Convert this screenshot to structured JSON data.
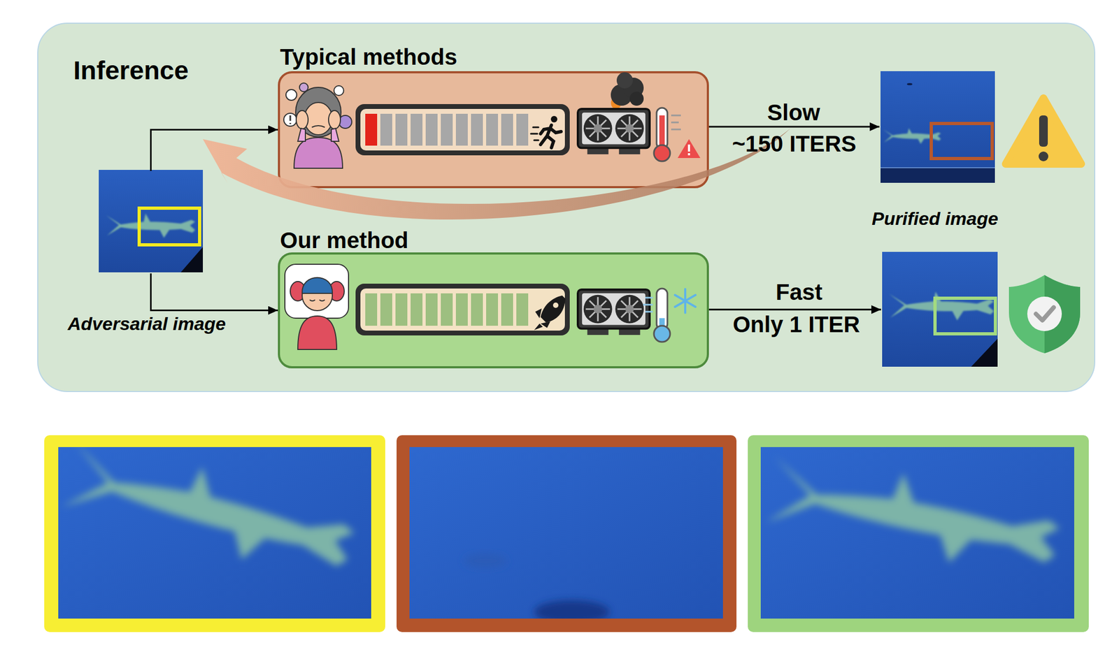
{
  "diagram": {
    "nodes": [
      {
        "text": [
          "Inference"
        ]
      },
      {
        "text": [
          "Typical methods"
        ],
        "in": 0
      },
      {
        "text": [
          "Adversarial image"
        ],
        "in": 0
      },
      {
        "text": [
          "Our method"
        ],
        "in": 0
      }
    ],
    "edges": [
      {
        "from": 2,
        "to": 1,
        "arrow": "to"
      },
      {
        "from": 2,
        "to": 3,
        "arrow": "to"
      }
    ],
    "labels": [
      "Slow",
      "~150 ITERS",
      "Purified image",
      "Fast",
      "Only 1 ITER"
    ]
  }
}
